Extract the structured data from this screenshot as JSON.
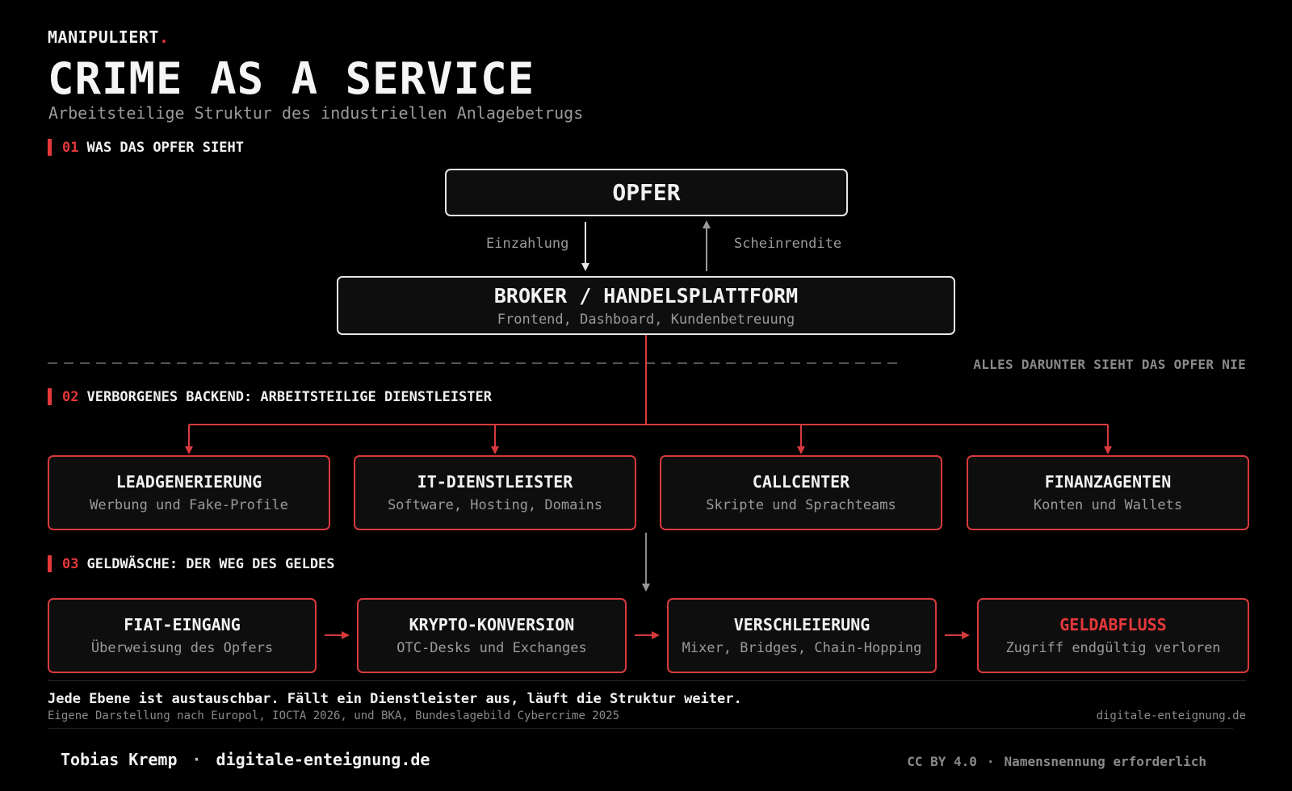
{
  "brand": {
    "name": "MANIPULIERT",
    "dot": "."
  },
  "header": {
    "title": "CRIME AS A SERVICE",
    "subtitle": "Arbeitsteilige Struktur des industriellen Anlagebetrugs"
  },
  "sections": [
    {
      "num": "01",
      "label": "WAS DAS OPFER SIEHT"
    },
    {
      "num": "02",
      "label": "VERBORGENES BACKEND: ARBEITSTEILIGE DIENSTLEISTER"
    },
    {
      "num": "03",
      "label": "GELDWÄSCHE: DER WEG DES GELDES"
    }
  ],
  "victim": {
    "title": "OPFER"
  },
  "flows": {
    "deposit": "Einzahlung",
    "fake_return": "Scheinrendite"
  },
  "broker": {
    "title": "BROKER / HANDELSPLATTFORM",
    "subtitle": "Frontend, Dashboard, Kundenbetreuung"
  },
  "divider_note": "ALLES DARUNTER SIEHT DAS OPFER NIE",
  "providers": [
    {
      "title": "LEADGENERIERUNG",
      "subtitle": "Werbung und Fake-Profile"
    },
    {
      "title": "IT-DIENSTLEISTER",
      "subtitle": "Software, Hosting, Domains"
    },
    {
      "title": "CALLCENTER",
      "subtitle": "Skripte und Sprachteams"
    },
    {
      "title": "FINANZAGENTEN",
      "subtitle": "Konten und Wallets"
    }
  ],
  "laundering": [
    {
      "title": "FIAT-EINGANG",
      "subtitle": "Überweisung des Opfers"
    },
    {
      "title": "KRYPTO-KONVERSION",
      "subtitle": "OTC-Desks und Exchanges"
    },
    {
      "title": "VERSCHLEIERUNG",
      "subtitle": "Mixer, Bridges, Chain-Hopping"
    },
    {
      "title": "GELDABFLUSS",
      "subtitle": "Zugriff endgültig verloren"
    }
  ],
  "footer": {
    "statement": "Jede Ebene ist austauschbar. Fällt ein Dienstleister aus, läuft die Struktur weiter.",
    "source": "Eigene Darstellung nach Europol, IOCTA 2026, und BKA, Bundeslagebild Cybercrime 2025",
    "site": "digitale-enteignung.de",
    "author": "Tobias Kremp",
    "author_site": "digitale-enteignung.de",
    "author_sep": "·",
    "license": "CC BY 4.0",
    "license_sep": "·",
    "license_note": "Namensnennung erforderlich"
  },
  "colors": {
    "accent": "#e5383b",
    "background": "#000000",
    "box": "#0e0e0e",
    "muted": "#9a9a9a"
  }
}
